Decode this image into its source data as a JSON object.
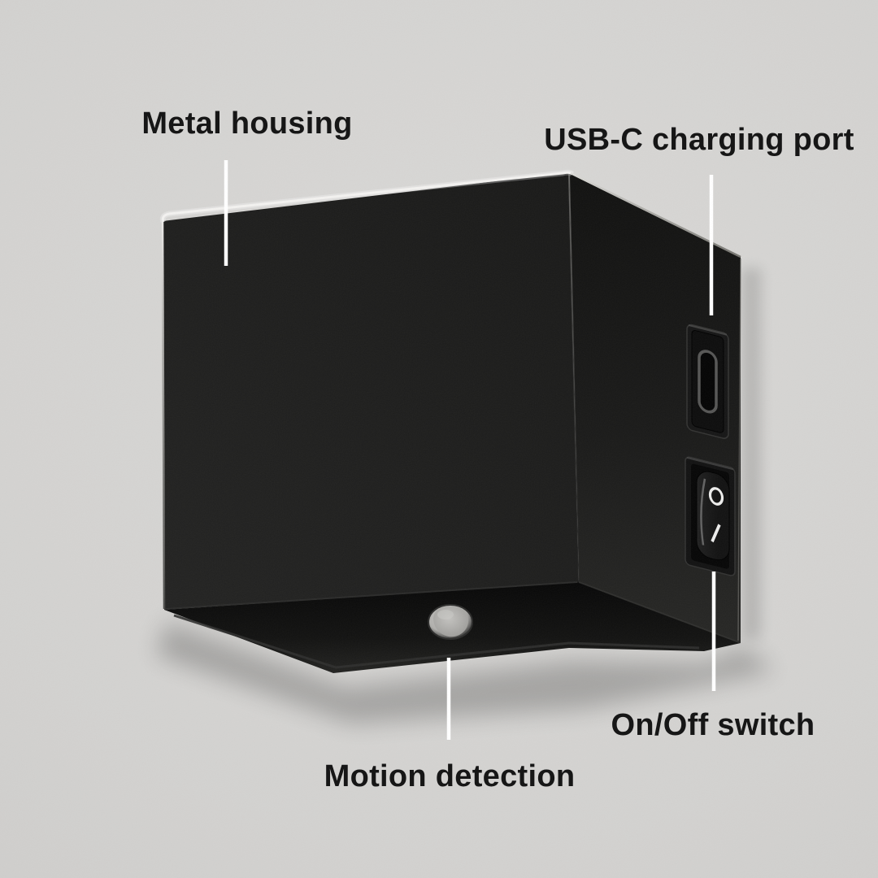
{
  "diagram": {
    "type": "product-feature-callouts",
    "product": "black cube wall light"
  },
  "callouts": [
    {
      "id": "metal-housing",
      "label": "Metal housing"
    },
    {
      "id": "usb-c-charging-port",
      "label": "USB-C charging port"
    },
    {
      "id": "motion-detection",
      "label": "Motion detection"
    },
    {
      "id": "on-off-switch",
      "label": "On/Off switch"
    }
  ],
  "switch_markings": {
    "off": "O",
    "on": "I"
  },
  "colors": {
    "wall": "#d3d2d0",
    "housing": "#1d1d1c",
    "leader_line": "#ffffff",
    "label_text": "#161616"
  }
}
